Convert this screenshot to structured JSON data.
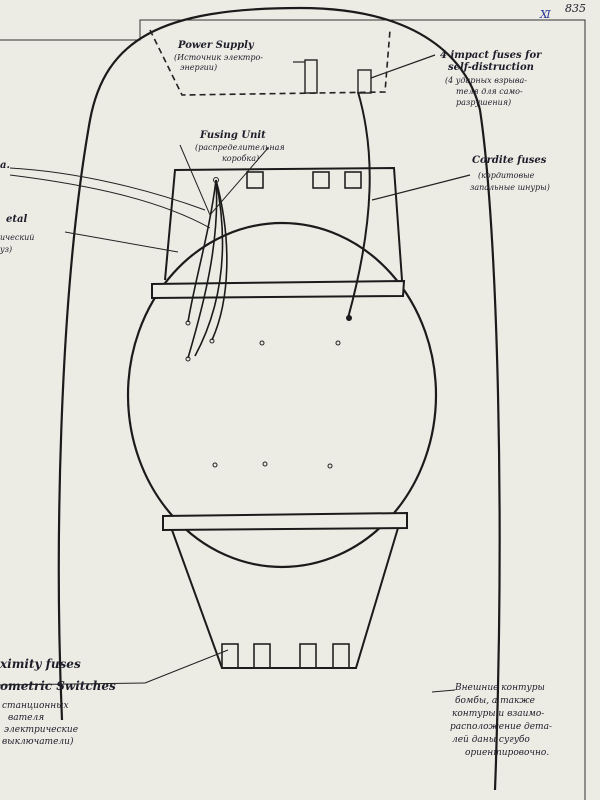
{
  "page": {
    "number": "835",
    "page_mark": "Ⅺ"
  },
  "labels": {
    "power_supply": {
      "en": "Power Supply",
      "ru": [
        "(Источник электро-",
        "энергии)"
      ]
    },
    "impact_fuses": {
      "en": [
        "4 impact fuses for",
        "self-distruction"
      ],
      "ru": [
        "(4 ударных взрыва-",
        "теля для само-",
        "разрушения)"
      ]
    },
    "fusing_unit": {
      "en": "Fusing Unit",
      "ru": [
        "(распределительная",
        "коробка)"
      ]
    },
    "cordite_fuses": {
      "en": "Cordite fuses",
      "ru": [
        "(кордитовые",
        "запальные шнуры)"
      ]
    },
    "left_edge_1": "a.",
    "left_edge_2": {
      "en": "etal",
      "ru": [
        "ический",
        "уз)"
      ]
    },
    "proximity_fuses": "ximity fuses",
    "barometric_switches": {
      "en": "ometric Switches",
      "ru": [
        "станционных",
        "вателя",
        "электрические",
        "выключатели)"
      ]
    },
    "note": [
      "Внешние контуры",
      "бомбы, а также",
      "контуры и взаимо-",
      "расположение дета-",
      "лей даны сугубо",
      "ориентировочно."
    ]
  }
}
